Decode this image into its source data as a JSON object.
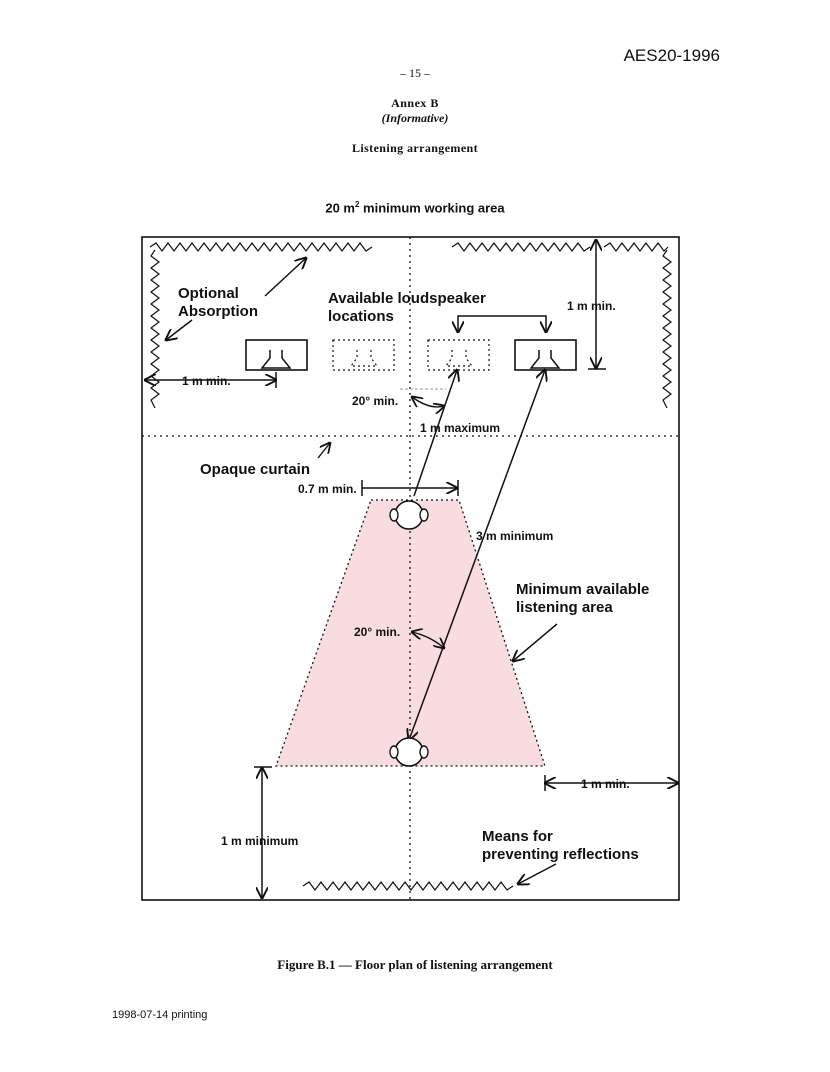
{
  "header": {
    "doc_id": "AES20-1996",
    "page_number": "– 15 –",
    "annex": "Annex B",
    "annex_type": "(Informative)",
    "section_title": "Listening arrangement"
  },
  "figure": {
    "area_title_prefix": "20 m",
    "area_title_superscript": "2",
    "area_title_suffix": " minimum working area",
    "labels": {
      "optional_absorption_1": "Optional",
      "optional_absorption_2": "Absorption",
      "loudspeaker_locations_1": "Available loudspeaker",
      "loudspeaker_locations_2": "locations",
      "top_right_min": "1 m min.",
      "left_min": "1 m min.",
      "angle_top": "20° min.",
      "max_distance": "1 m maximum",
      "opaque_curtain": "Opaque curtain",
      "listener_offset": "0.7 m min.",
      "listen_distance": "3 m minimum",
      "listening_area_1": "Minimum available",
      "listening_area_2": "listening area",
      "angle_bottom": "20° min.",
      "right_min": "1 m min.",
      "bottom_min": "1 m minimum",
      "reflections_1": "Means for",
      "reflections_2": "preventing reflections"
    },
    "colors": {
      "listening_area_fill": "#f9dcdf",
      "line": "#111111"
    }
  },
  "caption": "Figure B.1 — Floor plan of listening arrangement",
  "footer": {
    "printing": "1998-07-14 printing"
  }
}
